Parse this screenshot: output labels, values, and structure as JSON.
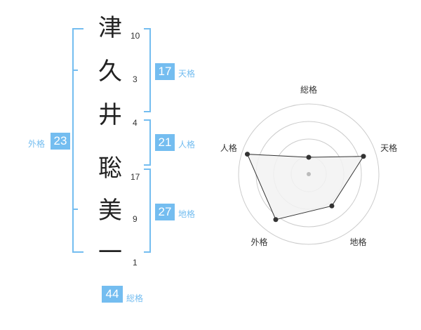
{
  "name": {
    "chars": [
      {
        "char": "津",
        "strokes": "10"
      },
      {
        "char": "久",
        "strokes": "3"
      },
      {
        "char": "井",
        "strokes": "4"
      },
      {
        "char": "聡",
        "strokes": "17"
      },
      {
        "char": "美",
        "strokes": "9"
      },
      {
        "char": "一",
        "strokes": "1"
      }
    ]
  },
  "fortunes": {
    "tenkaku": {
      "label": "天格",
      "value": "17"
    },
    "jinkaku": {
      "label": "人格",
      "value": "21"
    },
    "chikaku": {
      "label": "地格",
      "value": "27"
    },
    "gaikaku": {
      "label": "外格",
      "value": "23"
    },
    "soukaku": {
      "label": "総格",
      "value": "44"
    }
  },
  "radar": {
    "axes": [
      "総格",
      "天格",
      "地格",
      "外格",
      "人格"
    ],
    "levels": 4,
    "values": [
      1.2,
      4.1,
      2.8,
      4.0,
      4.6
    ],
    "max": 5,
    "colors": {
      "grid": "#cccccc",
      "fill": "#f2f2f2",
      "line": "#333333",
      "point": "#333333"
    }
  },
  "colors": {
    "accent": "#74bdf0"
  }
}
